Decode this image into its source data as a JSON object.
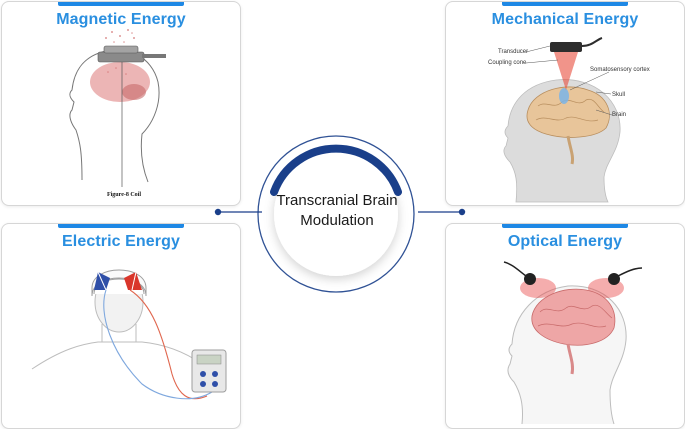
{
  "center": {
    "line1": "Transcranial Brain",
    "line2": "Modulation"
  },
  "cards": {
    "magnetic": {
      "title": "Magnetic Energy",
      "caption": "Figure-8 Coil"
    },
    "mechanical": {
      "title": "Mechanical Energy",
      "labels": {
        "transducer": "Transducer",
        "coupling_cone": "Coupling cone",
        "somatosensory_cortex": "Somatosensory cortex",
        "skull": "Skull",
        "brain": "Brain"
      }
    },
    "electric": {
      "title": "Electric Energy"
    },
    "optical": {
      "title": "Optical Energy"
    }
  },
  "colors": {
    "accent": "#1e88e5",
    "title_text": "#2a8fe0",
    "ring": "#1a3f8a",
    "brain": "#e8c59a",
    "brain_red": "#e84a4a"
  }
}
